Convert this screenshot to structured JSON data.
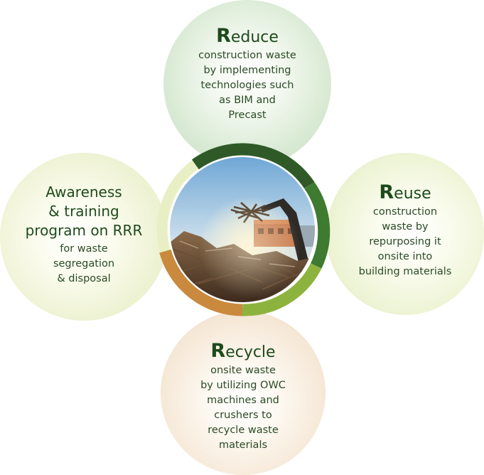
{
  "reduce": {
    "cap": "R",
    "rest": "educe",
    "lines": [
      "construction waste",
      "by implementing",
      "technologies such",
      "as BIM and",
      "Precast"
    ]
  },
  "reuse": {
    "cap": "R",
    "rest": "euse",
    "lines": [
      "construction",
      "waste by",
      "repurposing it",
      "onsite into",
      "building materials"
    ]
  },
  "recycle": {
    "cap": "R",
    "rest": "ecycle",
    "lines": [
      "onsite waste",
      "by utilizing OWC",
      "machines and",
      "crushers to",
      "recycle waste",
      "materials"
    ]
  },
  "awareness": {
    "title_lines": [
      "Awareness",
      "& training",
      "program on RRR"
    ],
    "lines": [
      "for waste",
      "segregation",
      "& disposal"
    ]
  },
  "colors": {
    "ring_dark_green": "#2f5a28",
    "ring_mid_green": "#3e7a2f",
    "ring_light_green": "#8db33f",
    "ring_orange": "#c98a3e",
    "ring_pale_green": "#e8efc4"
  },
  "center_image": "scrap-yard-crane-photo"
}
